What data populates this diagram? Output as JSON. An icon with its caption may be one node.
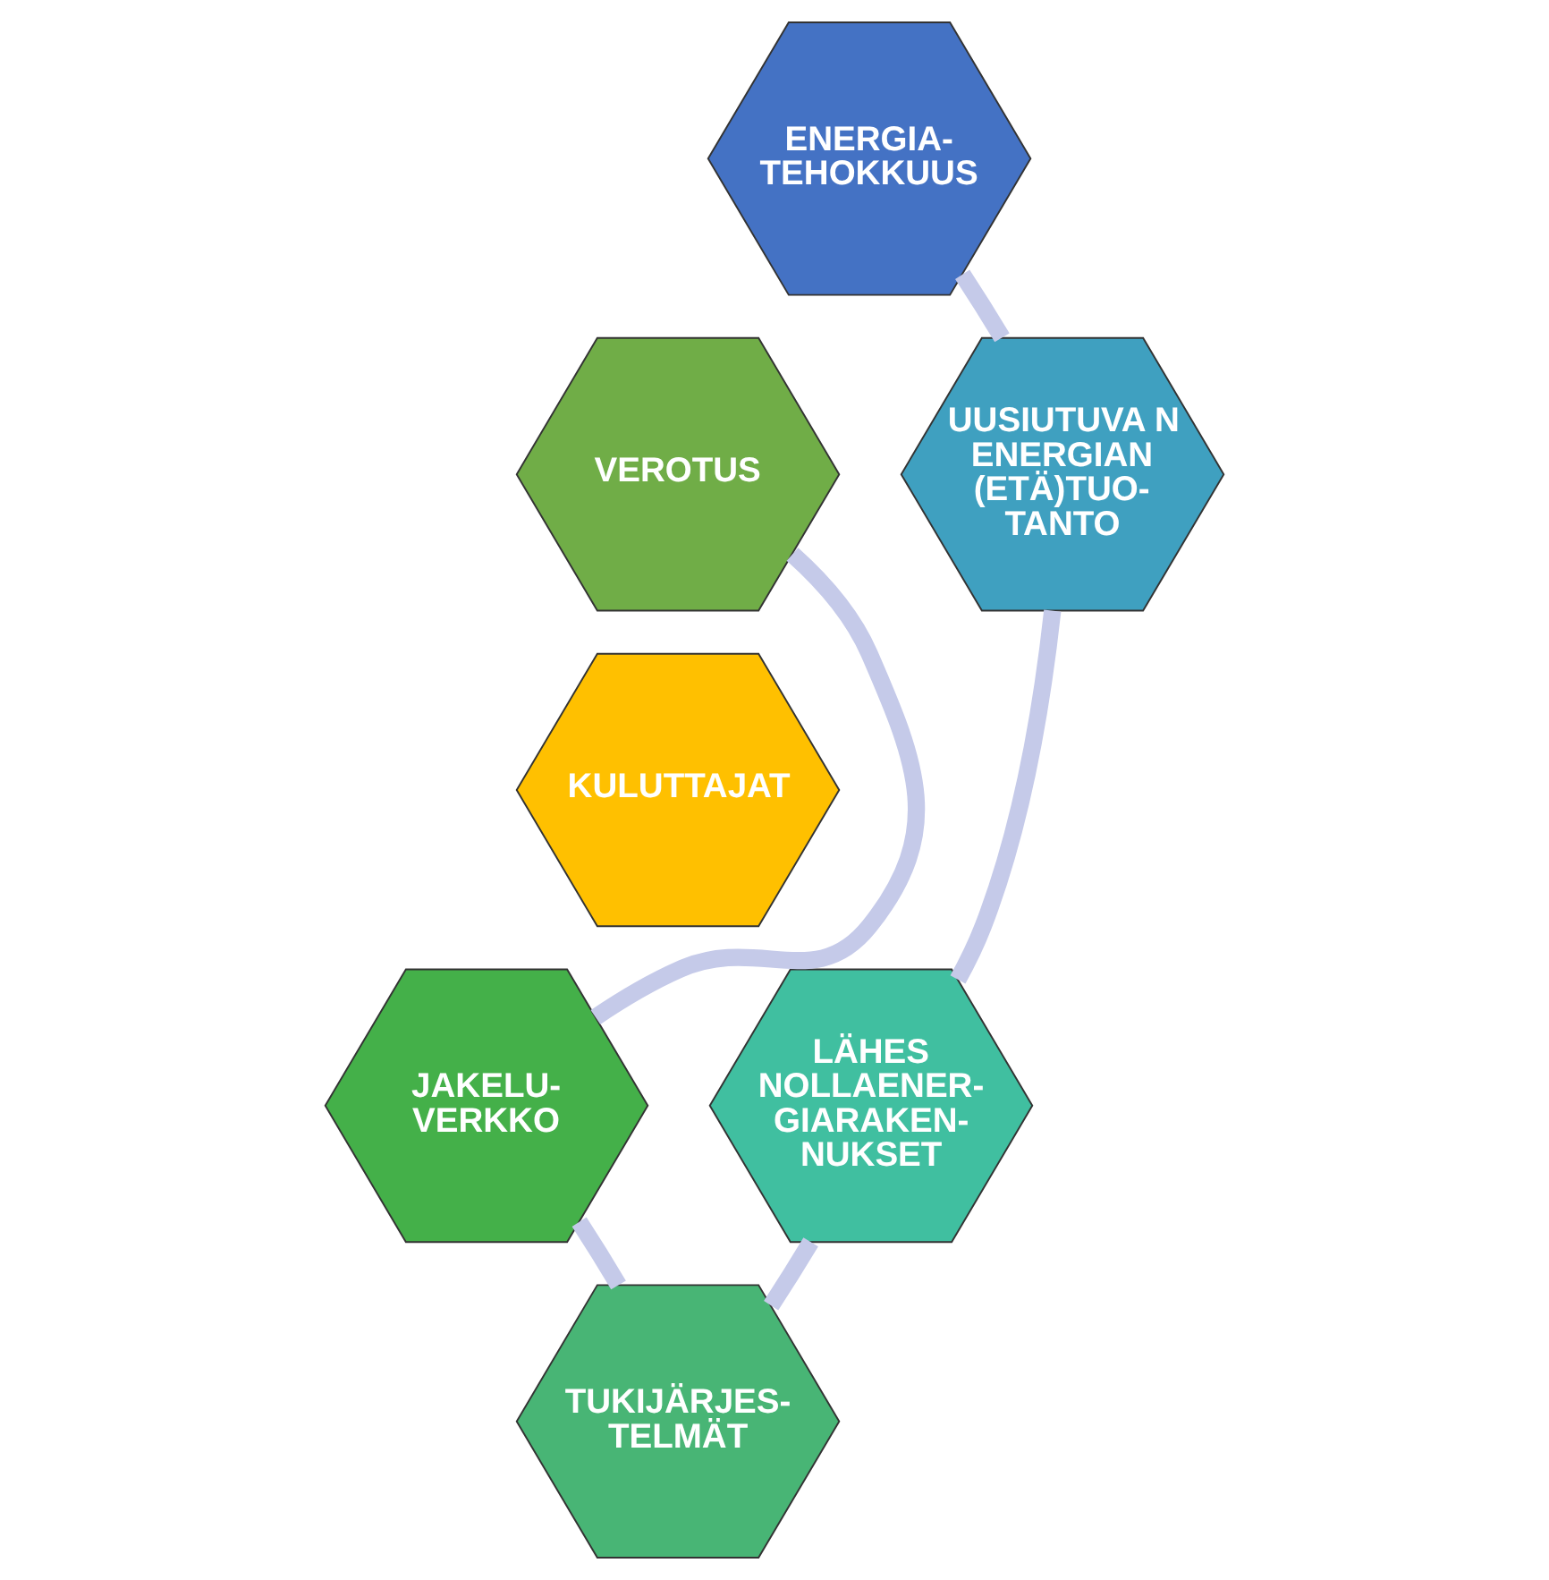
{
  "diagram": {
    "nodes": [
      {
        "text": [
          "ENERGIA- TEHOKKUUS"
        ]
      },
      {
        "text": [
          "VEROTUS"
        ]
      },
      {
        "text": [
          "UUSIUTUVA N ENERGIAN (ETÄ)TUO- TANTO"
        ]
      },
      {
        "text": [
          "KULUTTAJAT"
        ]
      },
      {
        "text": [
          "JAKELU- VERKKO"
        ]
      },
      {
        "text": [
          "LÄHES NOLLAENER- GIARAKEN- NUKSET"
        ]
      },
      {
        "text": [
          "TUKIJÄRJES- TELMÄT"
        ]
      }
    ],
    "edges": [
      {
        "from": 0,
        "to": 2,
        "arrow": "none"
      },
      {
        "from": 2,
        "to": 5,
        "arrow": "none"
      },
      {
        "from": 5,
        "to": 6,
        "arrow": "none"
      },
      {
        "from": 6,
        "to": 4,
        "arrow": "none"
      },
      {
        "from": 4,
        "to": 1,
        "arrow": "none"
      }
    ]
  }
}
